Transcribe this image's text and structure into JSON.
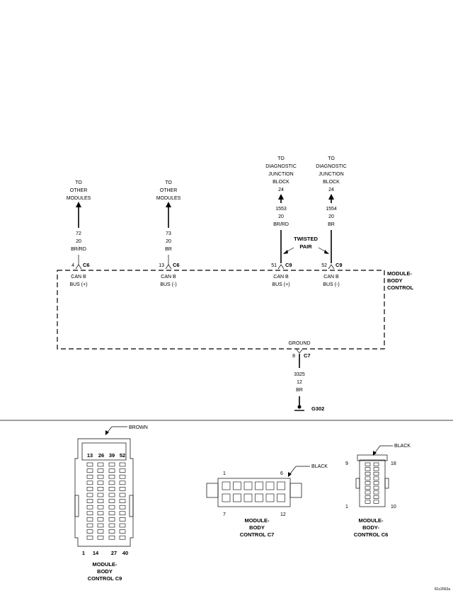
{
  "module_label": [
    "MODULE-",
    "BODY",
    "CONTROL"
  ],
  "circuits": [
    {
      "dest": [
        "TO",
        "OTHER",
        "MODULES"
      ],
      "wire": [
        "72",
        "20",
        "BR/RD"
      ],
      "pin": "4",
      "connector": "C6",
      "signal": [
        "CAN B",
        "BUS (+)"
      ]
    },
    {
      "dest": [
        "TO",
        "OTHER",
        "MODULES"
      ],
      "wire": [
        "73",
        "20",
        "BR"
      ],
      "pin": "13",
      "connector": "C6",
      "signal": [
        "CAN B",
        "BUS (-)"
      ]
    },
    {
      "dest": [
        "TO",
        "DIAGNOSTIC",
        "JUNCTION",
        "BLOCK",
        "24"
      ],
      "wire": [
        "1553",
        "20",
        "BR/RD"
      ],
      "pin": "51",
      "connector": "C9",
      "signal": [
        "CAN B",
        "BUS (+)"
      ]
    },
    {
      "dest": [
        "TO",
        "DIAGNOSTIC",
        "JUNCTION",
        "BLOCK",
        "24"
      ],
      "wire": [
        "1554",
        "20",
        "BR"
      ],
      "pin": "52",
      "connector": "C9",
      "signal": [
        "CAN B",
        "BUS (-)"
      ]
    }
  ],
  "twisted_pair": [
    "TWISTED",
    "PAIR"
  ],
  "ground": {
    "label": "GROUND",
    "pin": "8",
    "connector": "C7",
    "wire": [
      "3325",
      "12",
      "BR"
    ],
    "splice": "G302"
  },
  "connector_views": [
    {
      "color": "BROWN",
      "top_pins": [
        "13",
        "26",
        "39",
        "52"
      ],
      "bottom_pins": [
        "1",
        "14",
        "27",
        "40"
      ],
      "name": [
        "MODULE-",
        "BODY",
        "CONTROL C9"
      ]
    },
    {
      "color": "BLACK",
      "corner_pins": [
        "1",
        "6",
        "7",
        "12"
      ],
      "name": [
        "MODULE-",
        "BODY",
        "CONTROL C7"
      ]
    },
    {
      "color": "BLACK",
      "corner_pins": [
        "9",
        "18",
        "1",
        "10"
      ],
      "name": [
        "MODULE-",
        "BODY-",
        "CONTROL C6"
      ]
    }
  ],
  "figure_id": "81c2663a"
}
